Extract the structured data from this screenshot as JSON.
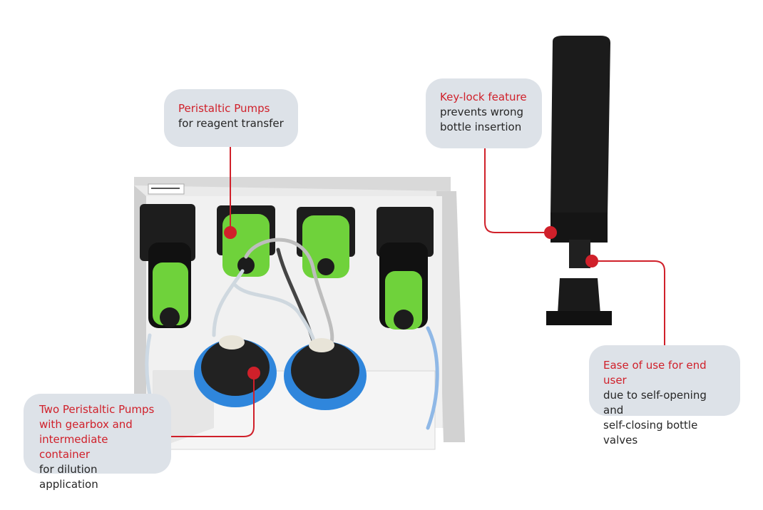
{
  "callouts": {
    "pumps": {
      "title": "Peristaltic Pumps",
      "text": "for reagent transfer"
    },
    "keylock": {
      "title_lines": [
        "Key-lock feature"
      ],
      "text_lines": [
        "prevents wrong",
        "bottle insertion"
      ]
    },
    "ease": {
      "title": "Ease of use for end user",
      "text_lines": [
        "due to self-opening and",
        "self-closing bottle valves"
      ]
    },
    "dilution": {
      "title_lines": [
        "Two Peristaltic Pumps",
        "with gearbox and",
        "intermediate container"
      ],
      "text": "for dilution application"
    }
  },
  "colors": {
    "accent": "#d0202a",
    "callout_bg": "#dde2e8",
    "pump_green": "#6fd23b",
    "housing": "#e9e9e9",
    "bottle_cap": "#3a8fe0"
  }
}
